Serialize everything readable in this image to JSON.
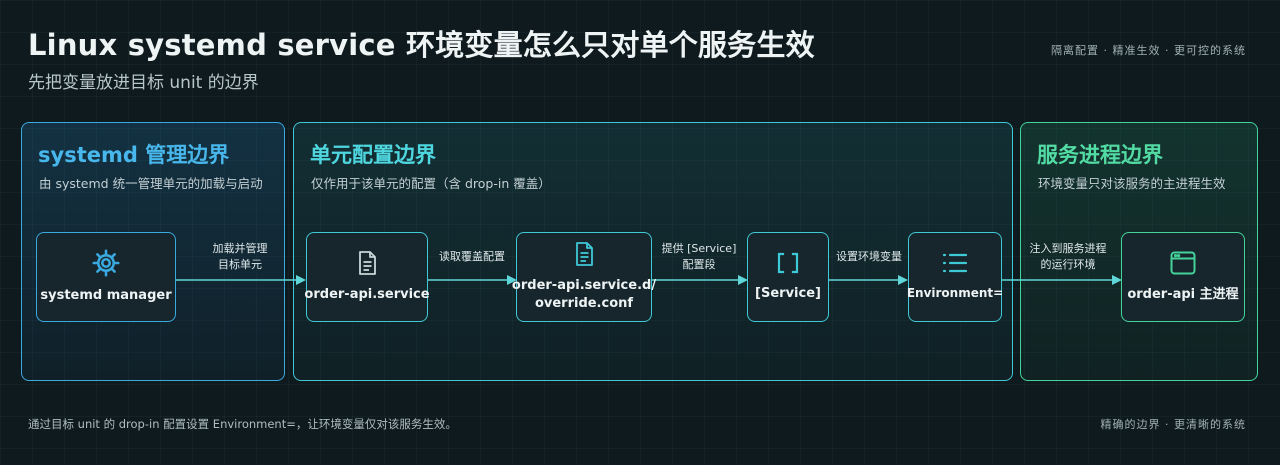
{
  "header": {
    "title": "Linux systemd service 环境变量怎么只对单个服务生效",
    "subtitle": "先把变量放进目标 unit 的边界",
    "tagline": "隔离配置 · 精准生效 · 更可控的系统"
  },
  "zones": [
    {
      "title": "systemd 管理边界",
      "desc": "由 systemd 统一管理单元的加载与启动"
    },
    {
      "title": "单元配置边界",
      "desc": "仅作用于该单元的配置（含 drop-in 覆盖）"
    },
    {
      "title": "服务进程边界",
      "desc": "环境变量只对该服务的主进程生效"
    }
  ],
  "nodes": {
    "manager": {
      "label": "systemd manager",
      "icon": "gear-icon"
    },
    "service_file": {
      "label": "order-api.service",
      "icon": "file-icon"
    },
    "override": {
      "line1": "order-api.service.d/",
      "line2": "override.conf",
      "icon": "file-text-icon"
    },
    "section": {
      "label": "[Service]",
      "icon": "brackets-icon"
    },
    "environment": {
      "label": "Environment=",
      "icon": "list-icon"
    },
    "process": {
      "label": "order-api 主进程",
      "icon": "window-icon"
    }
  },
  "edges": [
    {
      "line1": "加载并管理",
      "line2": "目标单元"
    },
    {
      "line1": "读取覆盖配置",
      "line2": ""
    },
    {
      "line1": "提供 [Service]",
      "line2": "配置段"
    },
    {
      "line1": "设置环境变量",
      "line2": ""
    },
    {
      "line1": "注入到服务进程",
      "line2": "的运行环境"
    }
  ],
  "footer": {
    "note": "通过目标 unit 的 drop-in 配置设置 Environment=，让环境变量仅对该服务生效。",
    "tagline": "精确的边界 · 更清晰的系统"
  },
  "colors": {
    "blue": "#3aa9e0",
    "cyan": "#3fc9d6",
    "green": "#45d39c",
    "arrow": "#5fd6d8"
  }
}
